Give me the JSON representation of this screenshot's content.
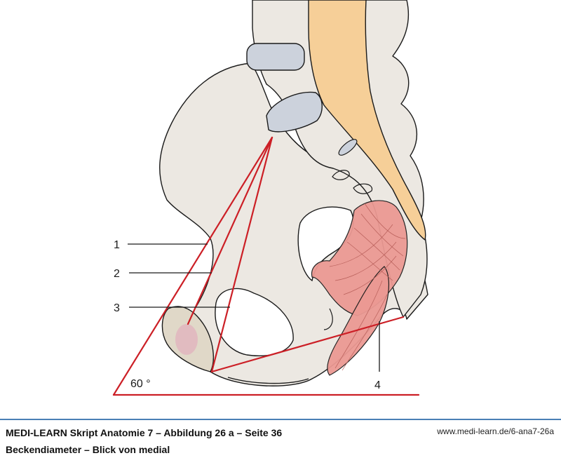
{
  "figure": {
    "labels": {
      "l1": "1",
      "l2": "2",
      "l3": "3",
      "l4": "4",
      "angle": "60 °"
    },
    "colors": {
      "bone": "#ece8e2",
      "disc": "#ccd2dc",
      "spinal_canal": "#f6cf98",
      "muscle": "#eb9993",
      "diameter_lines": "#cc1f26",
      "outline": "#1a1a1a"
    }
  },
  "footer": {
    "title": "MEDI-LEARN Skript Anatomie 7 – Abbildung 26 a – Seite 36",
    "subtitle": "Beckendiameter – Blick von medial",
    "url": "www.medi-learn.de/6-ana7-26a",
    "rule_color": "#4a7fb5"
  }
}
